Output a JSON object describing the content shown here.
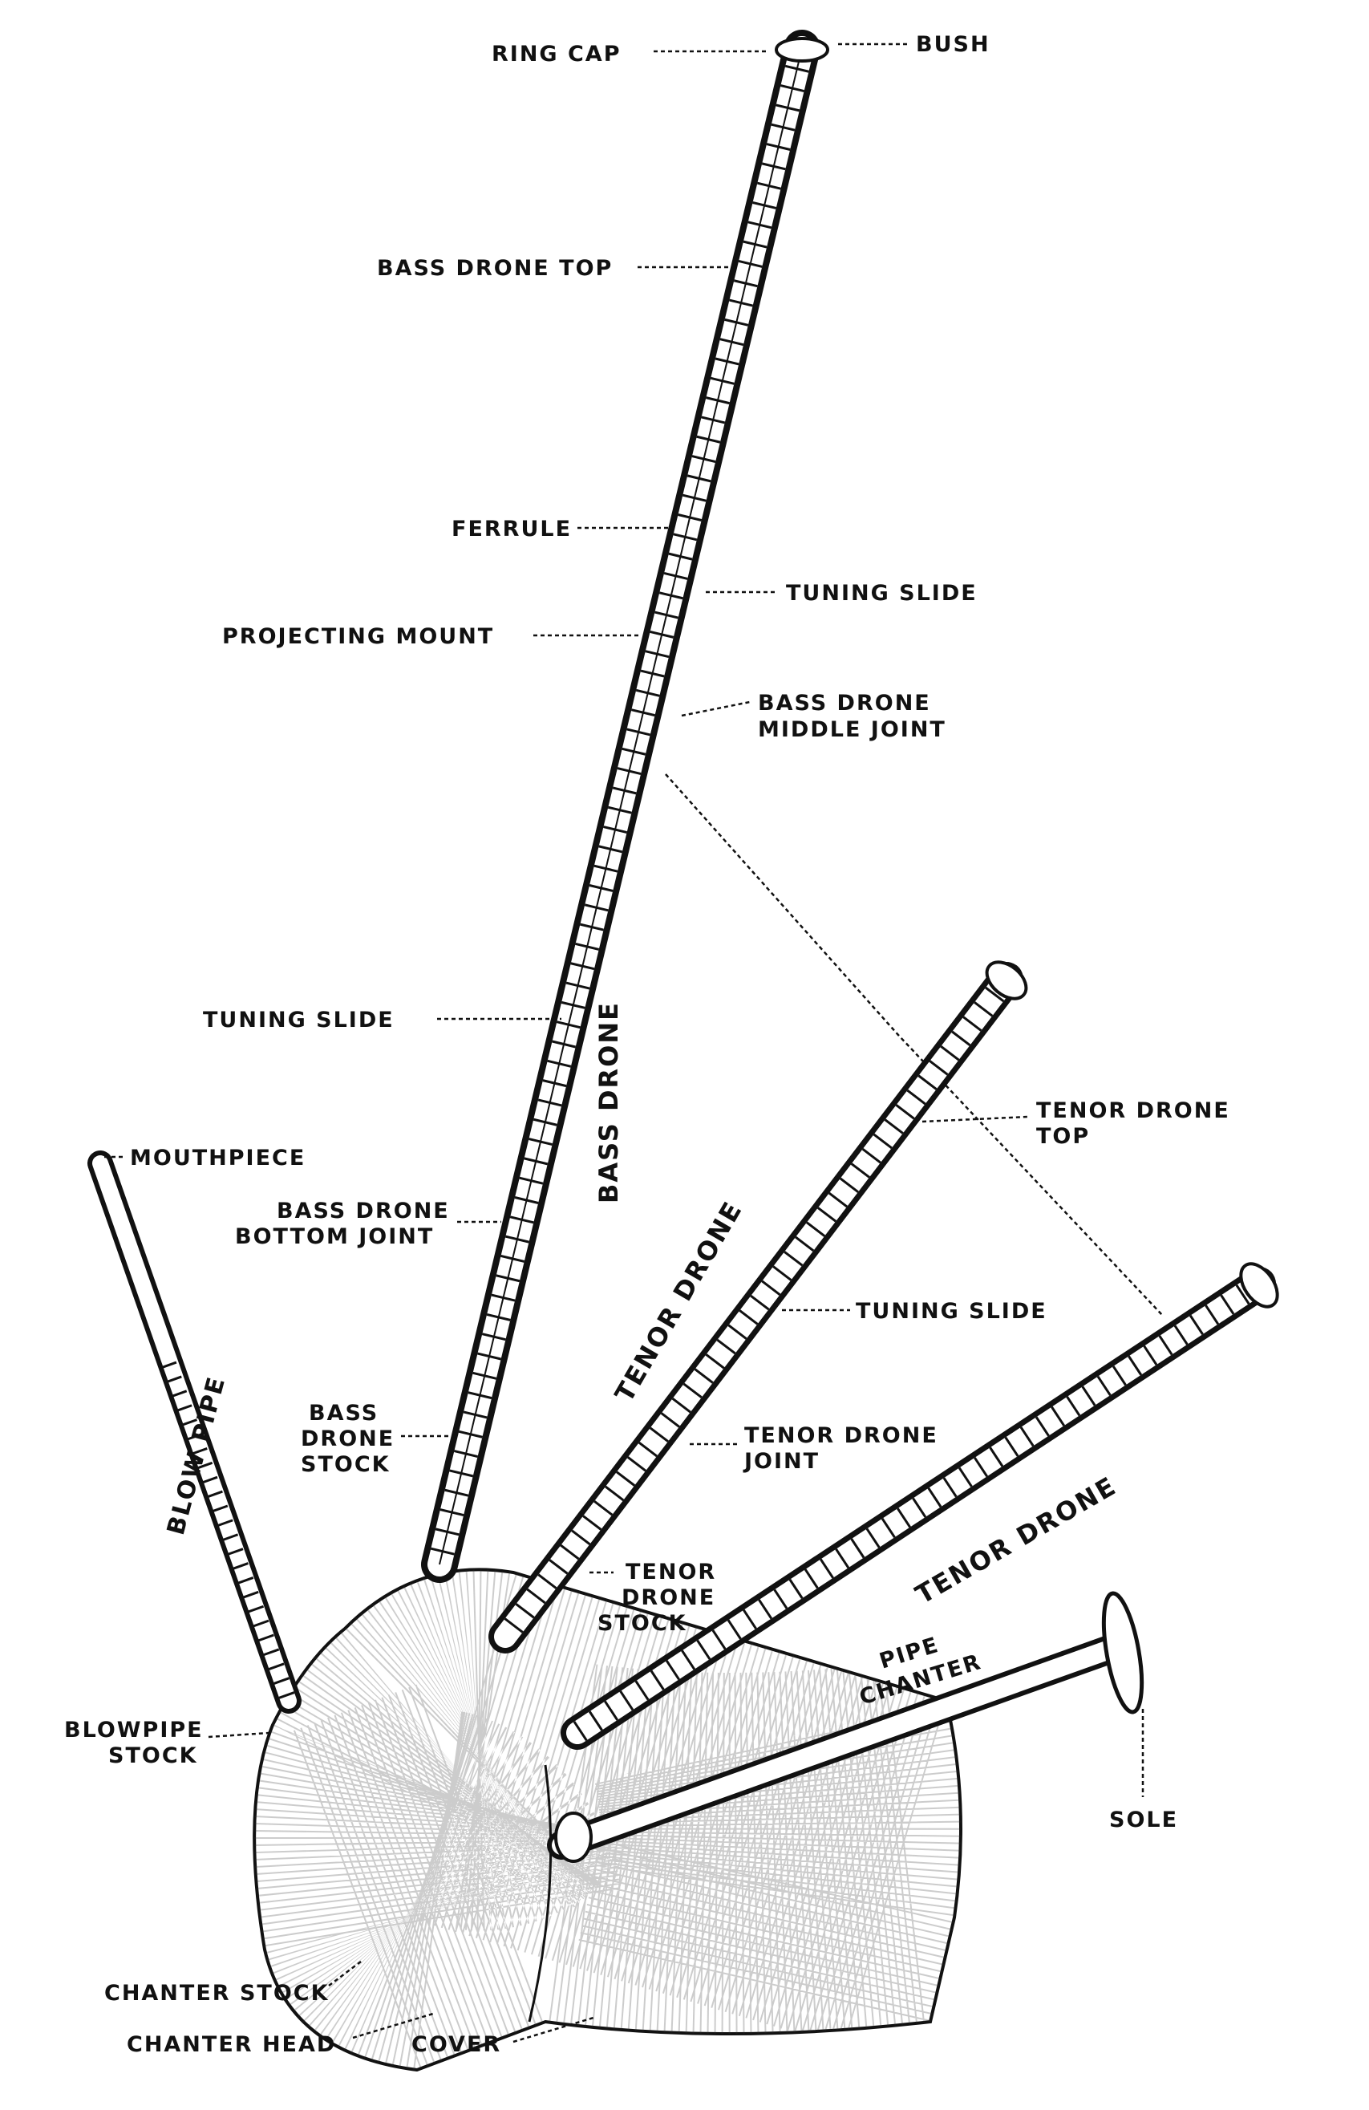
{
  "diagram": {
    "labels": {
      "ring_cap": "RING CAP",
      "bush": "BUSH",
      "bass_drone_top": "BASS DRONE TOP",
      "ferrule": "FERRULE",
      "tuning_slide_1": "TUNING SLIDE",
      "projecting_mount": "PROJECTING MOUNT",
      "bass_drone_middle_joint_1": "BASS DRONE",
      "bass_drone_middle_joint_2": "MIDDLE JOINT",
      "tuning_slide_2": "TUNING SLIDE",
      "bass_drone": "BASS DRONE",
      "tenor_drone_top_1": "TENOR DRONE",
      "tenor_drone_top_2": "TOP",
      "mouthpiece": "MOUTHPIECE",
      "bass_drone_bottom_joint_1": "BASS DRONE",
      "bass_drone_bottom_joint_2": "BOTTOM JOINT",
      "tenor_drone_1": "TENOR DRONE",
      "tuning_slide_3": "TUNING SLIDE",
      "blow_pipe": "BLOW PIPE",
      "bass_drone_stock_1": "BASS",
      "bass_drone_stock_2": "DRONE",
      "bass_drone_stock_3": "STOCK",
      "tenor_drone_joint_1": "TENOR DRONE",
      "tenor_drone_joint_2": "JOINT",
      "tenor_drone_2": "TENOR DRONE",
      "tenor_drone_stock_1": "TENOR",
      "tenor_drone_stock_2": "DRONE",
      "tenor_drone_stock_3": "STOCK",
      "pipe_chanter_1": "PIPE",
      "pipe_chanter_2": "CHANTER",
      "blowpipe_stock_1": "BLOWPIPE",
      "blowpipe_stock_2": "STOCK",
      "sole": "SOLE",
      "chanter_stock": "CHANTER STOCK",
      "chanter_head": "CHANTER HEAD",
      "cover": "COVER"
    }
  }
}
